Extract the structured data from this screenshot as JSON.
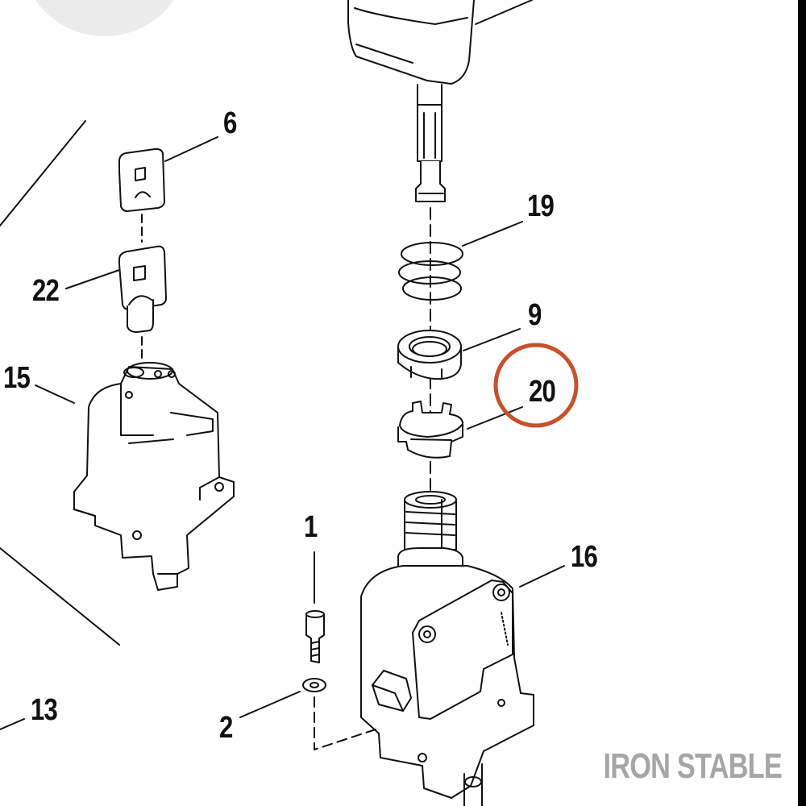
{
  "callouts": {
    "c6": "6",
    "c22": "22",
    "c15": "15",
    "c19": "19",
    "c9": "9",
    "c20": "20",
    "c16": "16",
    "c1": "1",
    "c2": "2",
    "c13": "13"
  },
  "highlight": {
    "target": "20",
    "color": "#c8502a"
  },
  "watermark": "IRON STABLE",
  "colors": {
    "line": "#111111",
    "watermark": "#a6a6a6",
    "decor": "#ececec"
  }
}
